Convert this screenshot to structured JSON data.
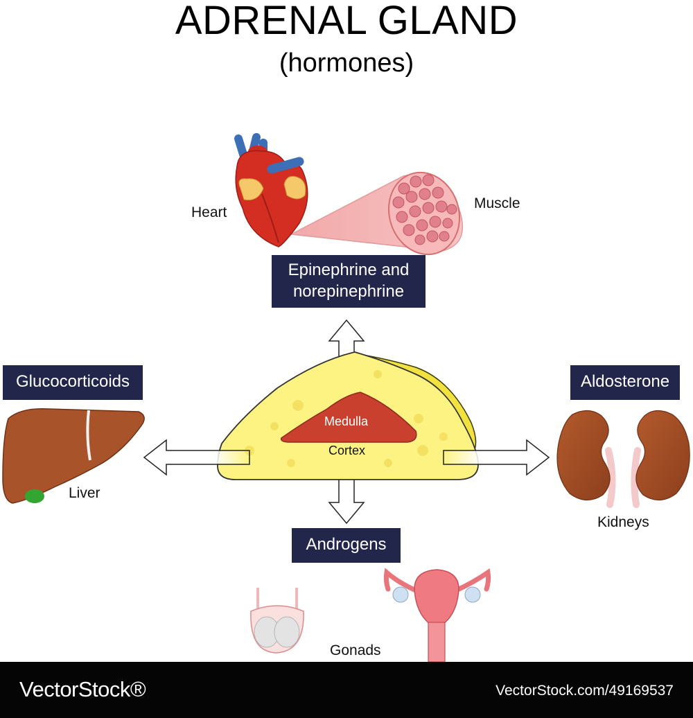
{
  "title": "ADRENAL GLAND",
  "subtitle": "(hormones)",
  "hormones": {
    "top": "Epinephrine and norepinephrine",
    "left": "Glucocorticoids",
    "right": "Aldosterone",
    "bottom": "Androgens"
  },
  "organs": {
    "heart": "Heart",
    "muscle": "Muscle",
    "liver": "Liver",
    "kidneys": "Kidneys",
    "gonads": "Gonads"
  },
  "gland": {
    "medulla": "Medulla",
    "cortex": "Cortex"
  },
  "footer": {
    "brand": "VectorStock®",
    "credit": "VectorStock.com/49169537"
  },
  "colors": {
    "box": "#23264b",
    "cortex": "#fdf383",
    "medulla": "#c9412e",
    "organ_brown": "#a9532a",
    "heart_red": "#d42d22",
    "vessel_blue": "#3d6fb6"
  }
}
